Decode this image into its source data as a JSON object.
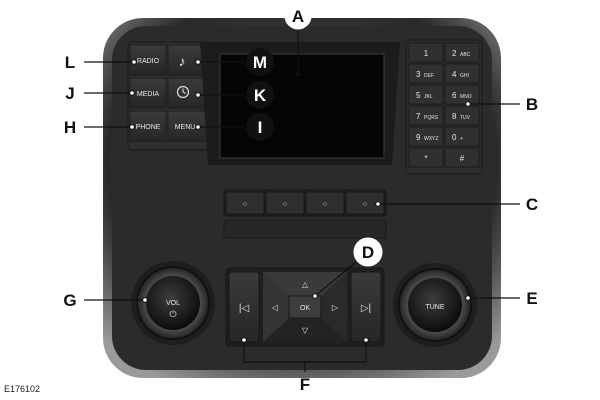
{
  "figure_id": "E176102",
  "callouts": {
    "A": "A",
    "B": "B",
    "C": "C",
    "D": "D",
    "E": "E",
    "F": "F",
    "G": "G",
    "H": "H",
    "I": "I",
    "J": "J",
    "K": "K",
    "L": "L",
    "M": "M"
  },
  "left_buttons": {
    "radio": "RADIO",
    "media": "MEDIA",
    "phone": "PHONE",
    "menu": "MENU",
    "music_icon": "♪",
    "clock_icon": "clock-icon"
  },
  "keypad": [
    {
      "num": "1",
      "letters": ""
    },
    {
      "num": "2",
      "letters": "ABC"
    },
    {
      "num": "3",
      "letters": "DEF"
    },
    {
      "num": "4",
      "letters": "GHI"
    },
    {
      "num": "5",
      "letters": "JKL"
    },
    {
      "num": "6",
      "letters": "MNO"
    },
    {
      "num": "7",
      "letters": "PQRS"
    },
    {
      "num": "8",
      "letters": "TUV"
    },
    {
      "num": "9",
      "letters": "WXYZ"
    },
    {
      "num": "0",
      "letters": "+"
    },
    {
      "num": "*",
      "letters": ""
    },
    {
      "num": "#",
      "letters": ""
    }
  ],
  "preset_buttons": [
    "○",
    "○",
    "○",
    "○"
  ],
  "nav": {
    "ok": "OK",
    "up": "△",
    "down": "▽",
    "left": "◁",
    "right": "▷"
  },
  "seek": {
    "prev": "|◁",
    "next": "▷|"
  },
  "vol_knob": {
    "label": "VOL",
    "power": "⏻"
  },
  "tune_knob": {
    "label": "TUNE"
  },
  "colors": {
    "panel": "#2a2a2a",
    "button": "#333333",
    "screen": "#0a0a0a"
  }
}
